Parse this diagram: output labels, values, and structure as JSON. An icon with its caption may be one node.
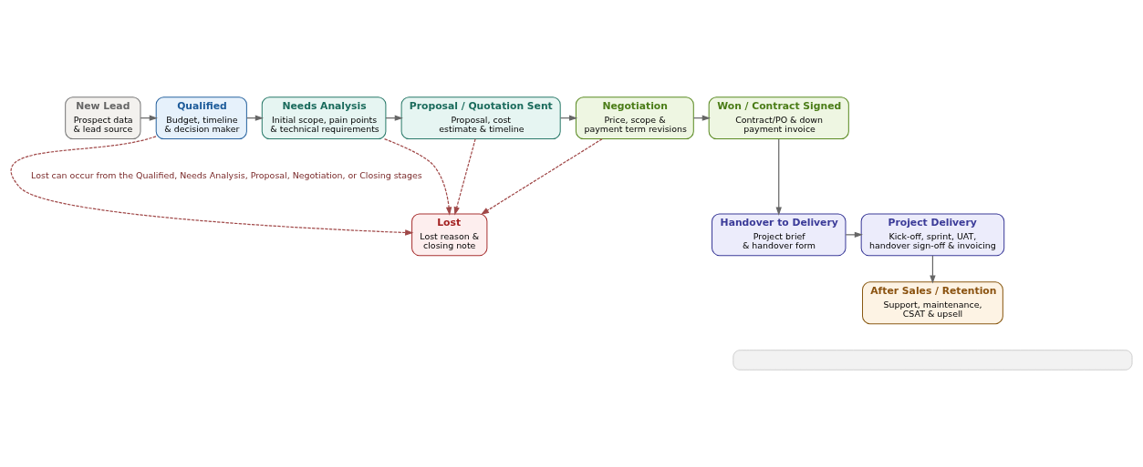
{
  "diagram": {
    "nodes": [
      {
        "text": [
          "New Lead",
          "Prospect data & lead source"
        ]
      },
      {
        "text": [
          "Qualified",
          "Budget, timeline & decision maker"
        ]
      },
      {
        "text": [
          "Needs Analysis",
          "Initial scope, pain points & technical requirements"
        ]
      },
      {
        "text": [
          "Proposal / Quotation Sent",
          "Proposal, cost estimate & timeline"
        ]
      },
      {
        "text": [
          "Negotiation",
          "Price, scope & payment term revisions"
        ]
      },
      {
        "text": [
          "Won / Contract Signed",
          "Contract/PO & down payment invoice"
        ]
      },
      {
        "text": [
          "Lost",
          "Lost reason & closing note"
        ]
      },
      {
        "text": [
          "Handover to Delivery",
          "Project brief & handover form"
        ]
      },
      {
        "text": [
          "Project Delivery",
          "Kick-off, sprint, UAT, handover sign-off & invoicing"
        ]
      },
      {
        "text": [
          "After Sales / Retention",
          "Support, maintenance, CSAT & upsell"
        ]
      },
      {
        "text": [],
        "shape": "box"
      }
    ],
    "edges": [
      {
        "from": 0,
        "to": 1,
        "arrow": "to"
      },
      {
        "from": 1,
        "to": 2,
        "arrow": "to"
      },
      {
        "from": 2,
        "to": 3,
        "arrow": "to"
      },
      {
        "from": 3,
        "to": 4,
        "arrow": "to"
      },
      {
        "from": 4,
        "to": 5,
        "arrow": "to"
      },
      {
        "from": 1,
        "to": 6,
        "arrow": "to",
        "style": "dashed",
        "color": "#a04848"
      },
      {
        "from": 2,
        "to": 6,
        "arrow": "to",
        "style": "dashed",
        "color": "#a04848"
      },
      {
        "from": 3,
        "to": 6,
        "arrow": "to",
        "style": "dashed",
        "color": "#a04848"
      },
      {
        "from": 4,
        "to": 6,
        "arrow": "to",
        "style": "dashed",
        "color": "#a04848"
      },
      {
        "from": 5,
        "to": 7,
        "arrow": "to"
      },
      {
        "from": 7,
        "to": 8,
        "arrow": "to"
      },
      {
        "from": 8,
        "to": 9,
        "arrow": "to"
      }
    ],
    "labels": [
      "Lost can occur from the Qualified, Needs Analysis, Proposal, Negotiation, or Closing stages"
    ]
  }
}
